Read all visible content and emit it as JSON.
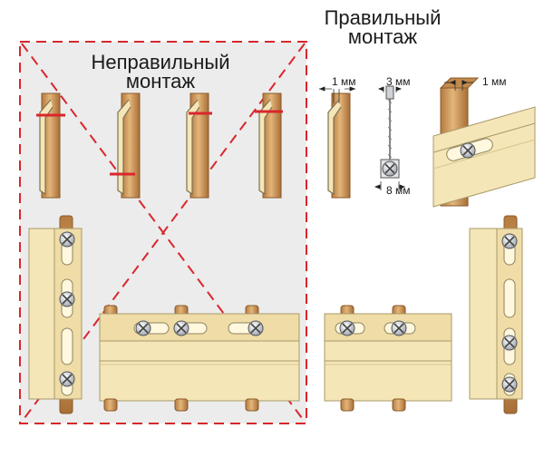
{
  "wrong": {
    "title_line1": "Неправильный",
    "title_line2": "монтаж"
  },
  "right": {
    "title_line1": "Правильный",
    "title_line2": "монтаж"
  },
  "dims": {
    "gap_left": "1 мм",
    "hole_diameter": "3 мм",
    "head_diameter": "8 мм",
    "gap_right": "1 мм"
  },
  "colors": {
    "wrong_mark": "#d9262c",
    "wrong_bg": "#ececec",
    "panel": "#f5e6b8",
    "panel_edge": "#a89a6a",
    "wood": "#d8a768",
    "wood_edge": "#8a5a2a",
    "screw": "#c7ccd3"
  }
}
